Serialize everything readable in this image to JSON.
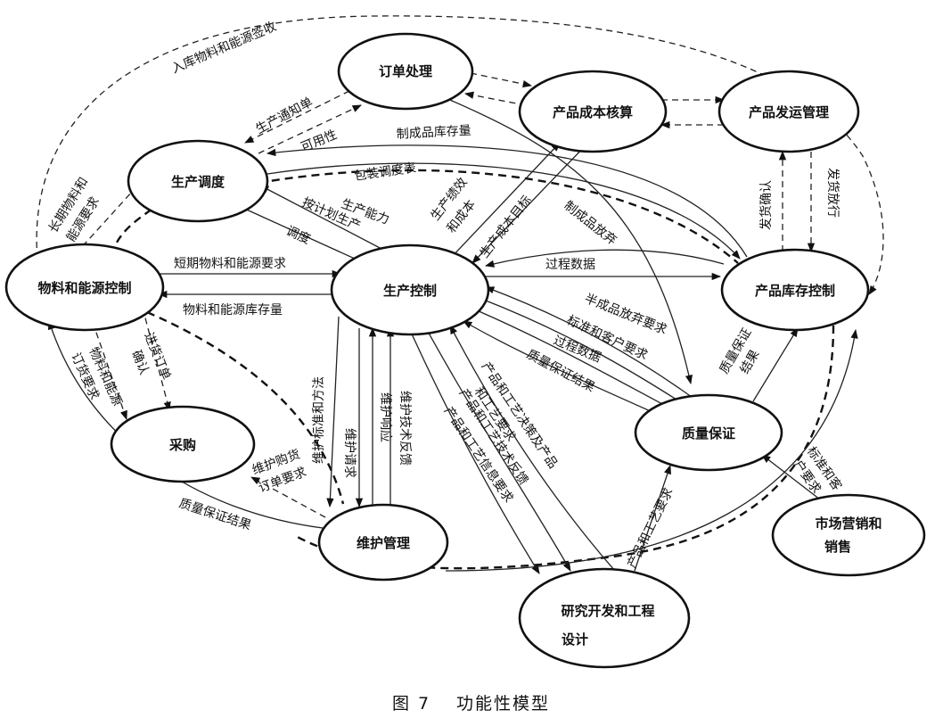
{
  "caption": {
    "figure_no": "图 7",
    "title": "功能性模型"
  },
  "nodes": {
    "order": "订单处理",
    "cost": "产品成本核算",
    "shipping": "产品发运管理",
    "schedule": "生产调度",
    "material": "物料和能源控制",
    "control": "生产控制",
    "inventory": "产品库存控制",
    "purchase": "采购",
    "quality": "质量保证",
    "maintenance": "维护管理",
    "market_l1": "市场营销和",
    "market_l2": "销售",
    "rd_l1": "研究开发和工程",
    "rd_l2": "设计"
  },
  "edges": {
    "e1": "入库物料和能源签收",
    "e2": "生产通知单",
    "e3": "可用性",
    "e4": "制成品库存量",
    "e5": "包装调度表",
    "e6": "生产能力",
    "e7": "按计划生产",
    "e8": "调度",
    "e9a": "生产绩效",
    "e9b": "和成本",
    "e10": "生产成本目标",
    "e11": "制成品放弃",
    "e12": "过程数据",
    "e13a": "长期物料和",
    "e13b": "能源要求",
    "e14": "短期物料和能源要求",
    "e15": "物料和能源库存量",
    "e16": "发货确认",
    "e17": "发货放行",
    "e18": "半成品放弃要求",
    "e19": "标准和客户要求",
    "e20": "过程数据",
    "e21": "质量保证结果",
    "e22a": "质量保证",
    "e22b": "结果",
    "e23a": "进货订单",
    "e23b": "确认",
    "e24a": "物料和能源",
    "e24b": "订货要求",
    "e25": "维护标准和方法",
    "e26": "维护请求",
    "e27": "维护响应",
    "e28": "维护技术反馈",
    "e29a": "产品和工艺决策及产品",
    "e29b": "和工艺要求",
    "e30": "产品和工艺技术反馈",
    "e31": "产品和工艺信息要求",
    "e32a": "维护购货",
    "e32b": "订单要求",
    "e33": "质量保证结果",
    "e34": "产品和工艺要求",
    "e35a": "标准和客",
    "e35b": "户要求"
  }
}
